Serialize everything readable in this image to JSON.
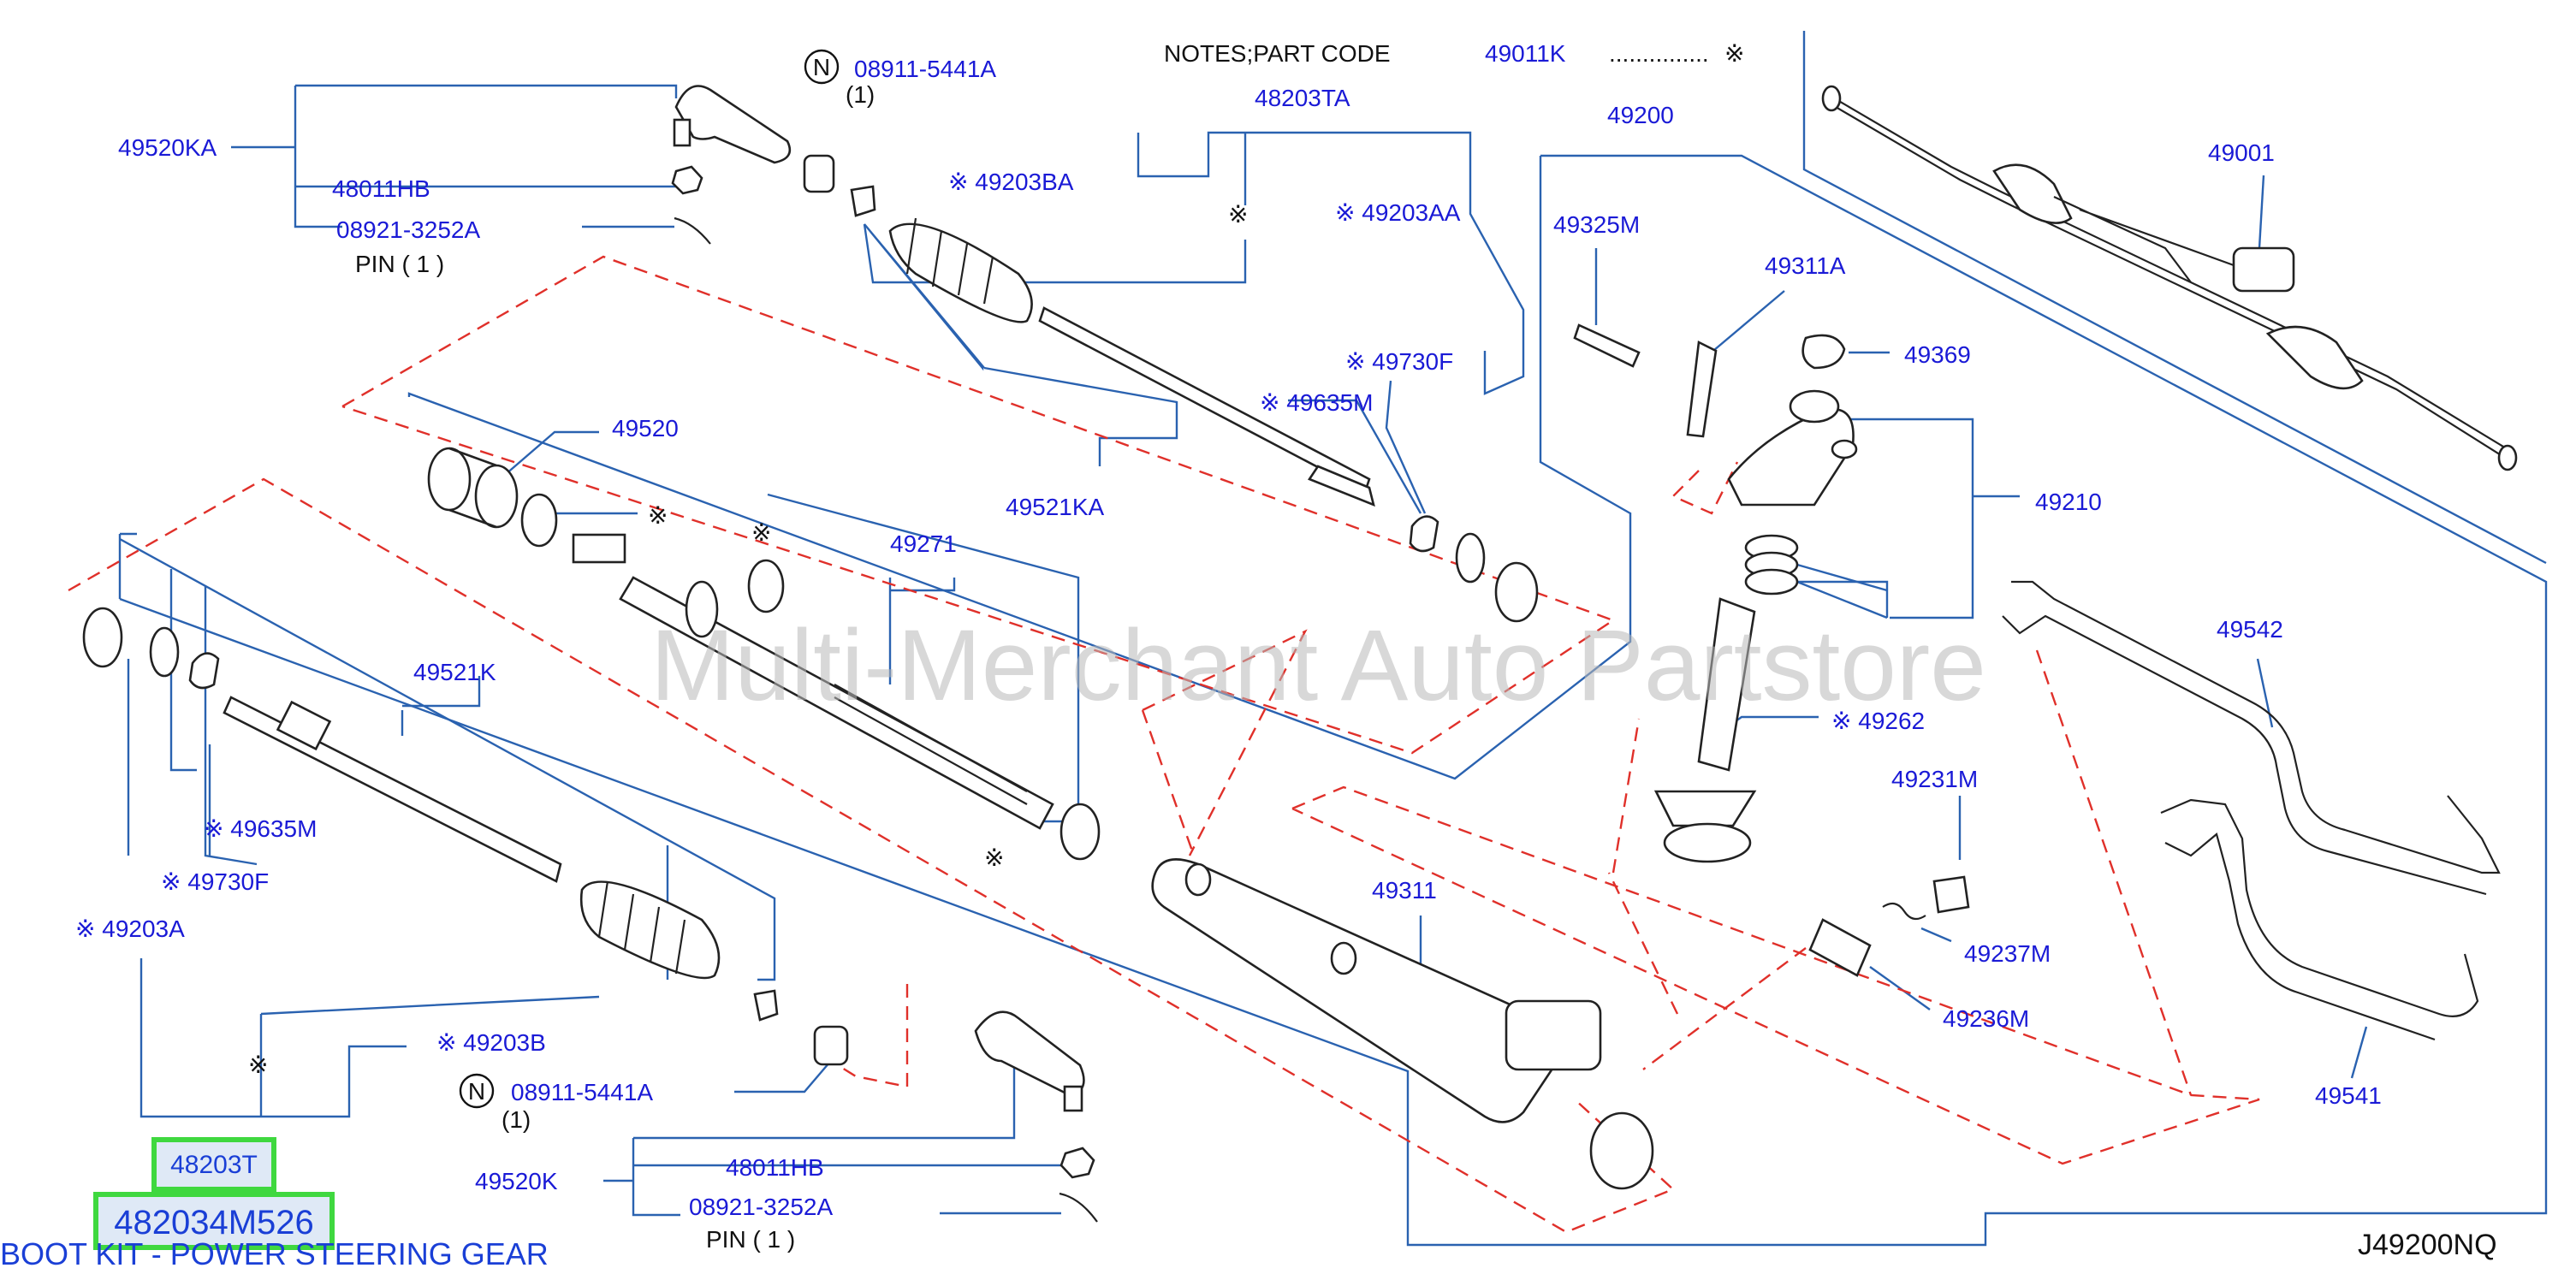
{
  "notes": {
    "label": "NOTES;PART  CODE",
    "code": "49011K",
    "dots": "...............",
    "mark": "※"
  },
  "labels": [
    {
      "id": "49520KA",
      "text": "49520KA"
    },
    {
      "id": "48011HB-top",
      "text": "48011HB"
    },
    {
      "id": "08921-3252A-top",
      "text": "08921-3252A"
    },
    {
      "id": "pin-top",
      "text": "PIN  ( 1 )"
    },
    {
      "id": "08911-5441A-top",
      "text": "08911-5441A"
    },
    {
      "id": "qty-top",
      "text": "(1)"
    },
    {
      "id": "49203BA",
      "text": "※ 49203BA"
    },
    {
      "id": "48203TA",
      "text": "48203TA"
    },
    {
      "id": "mark-48203TA",
      "text": "※"
    },
    {
      "id": "49203AA",
      "text": "※ 49203AA"
    },
    {
      "id": "49730F-top",
      "text": "※ 49730F"
    },
    {
      "id": "49635M-top",
      "text": "※ 49635M"
    },
    {
      "id": "49520",
      "text": "49520"
    },
    {
      "id": "mark-49520",
      "text": "※"
    },
    {
      "id": "49521KA",
      "text": "49521KA"
    },
    {
      "id": "49271",
      "text": "49271"
    },
    {
      "id": "mark-49271a",
      "text": "※"
    },
    {
      "id": "mark-49271b",
      "text": "※"
    },
    {
      "id": "49521K",
      "text": "49521K"
    },
    {
      "id": "49635M-left",
      "text": "※ 49635M"
    },
    {
      "id": "49730F-left",
      "text": "※ 49730F"
    },
    {
      "id": "49203A",
      "text": "※ 49203A"
    },
    {
      "id": "49203B",
      "text": "※ 49203B"
    },
    {
      "id": "mark-48203T",
      "text": "※"
    },
    {
      "id": "08911-5441A-bottom",
      "text": "08911-5441A"
    },
    {
      "id": "qty-bottom",
      "text": "(1)"
    },
    {
      "id": "49520K",
      "text": "49520K"
    },
    {
      "id": "48011HB-bottom",
      "text": "48011HB"
    },
    {
      "id": "08921-3252A-bottom",
      "text": "08921-3252A"
    },
    {
      "id": "pin-bottom",
      "text": "PIN  ( 1 )"
    },
    {
      "id": "49200",
      "text": "49200"
    },
    {
      "id": "49325M",
      "text": "49325M"
    },
    {
      "id": "49311A",
      "text": "49311A"
    },
    {
      "id": "49369",
      "text": "49369"
    },
    {
      "id": "49210",
      "text": "49210"
    },
    {
      "id": "49001",
      "text": "49001"
    },
    {
      "id": "49542",
      "text": "49542"
    },
    {
      "id": "49262",
      "text": "※ 49262"
    },
    {
      "id": "49231M",
      "text": "49231M"
    },
    {
      "id": "49237M",
      "text": "49237M"
    },
    {
      "id": "49236M",
      "text": "49236M"
    },
    {
      "id": "49311",
      "text": "49311"
    },
    {
      "id": "49541",
      "text": "49541"
    }
  ],
  "n_marker": "N",
  "highlight": {
    "part_ref": "48203T",
    "part_number": "482034M526",
    "description": "BOOT KIT - POWER STEERING GEAR"
  },
  "diagram_code": "J49200NQ",
  "watermark": "Multi-Merchant Auto Partstore"
}
